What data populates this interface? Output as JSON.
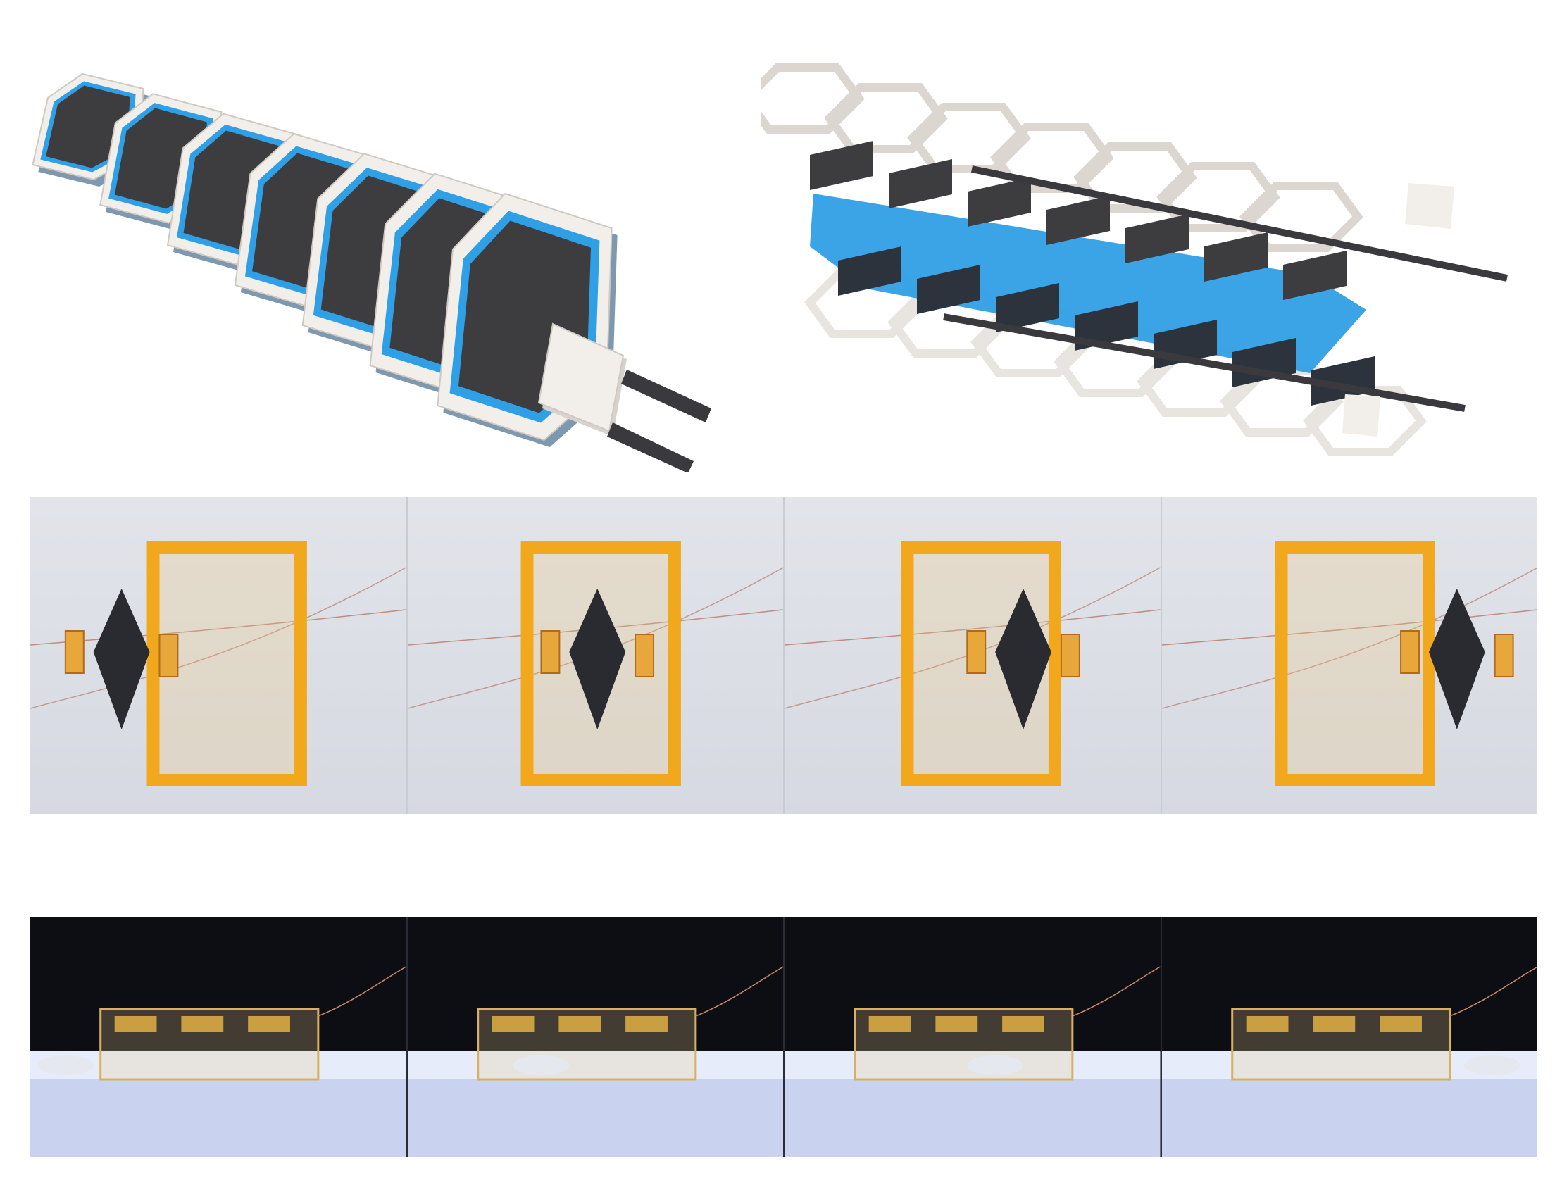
{
  "figure": {
    "rows": [
      {
        "id": "renders",
        "panels": [
          "stacked-hexagon-actuator",
          "exploded-hexagon-array"
        ]
      },
      {
        "id": "top-view-photos",
        "frames": 4,
        "device_position": [
          0,
          1,
          2,
          3
        ]
      },
      {
        "id": "side-view-photos",
        "frames": 4,
        "device_position": [
          0,
          1,
          2,
          3
        ]
      }
    ],
    "colors": {
      "electrode": "#3d3d40",
      "dielectric": "#2f9fe6",
      "frame": "#f2eeea",
      "tape": "#f2a81c",
      "photo_background": "#dcdfe6",
      "side_background": "#0d0e14"
    }
  }
}
